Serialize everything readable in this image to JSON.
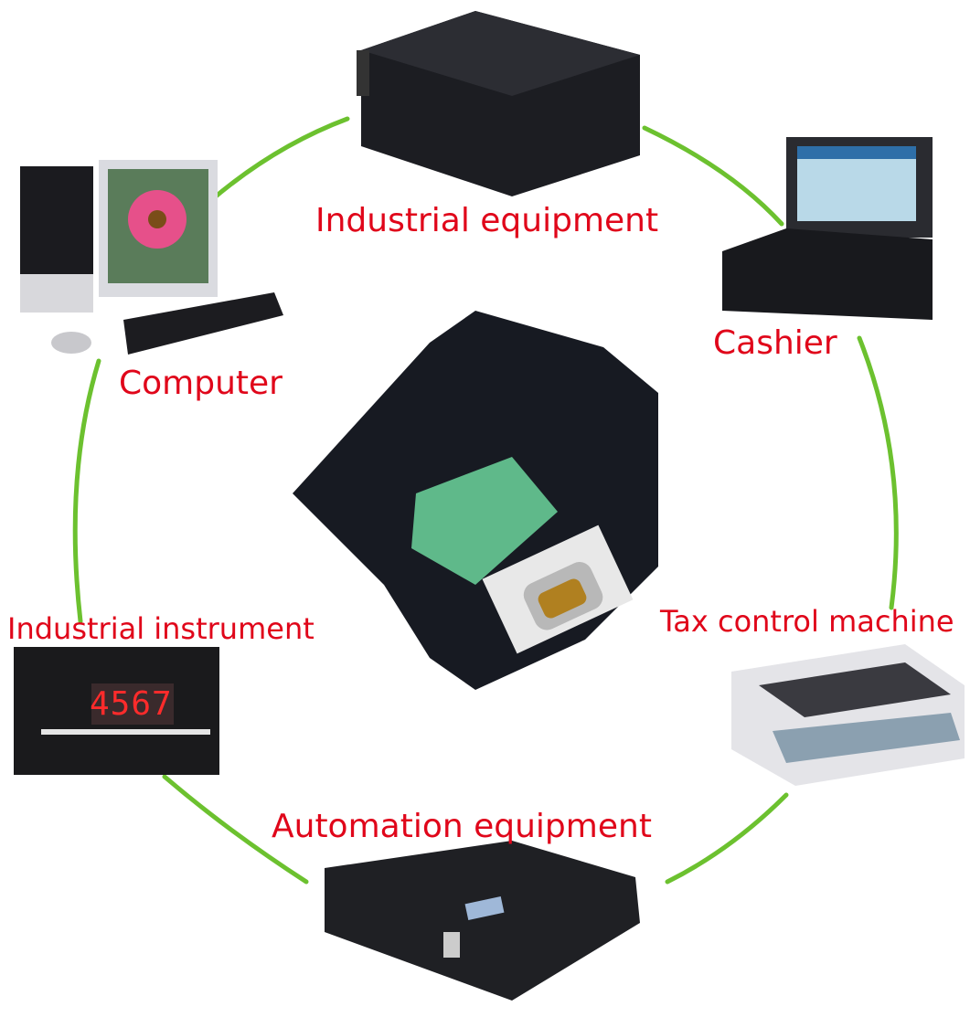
{
  "labels": {
    "industrial_equipment": "Industrial equipment",
    "computer": "Computer",
    "cashier": "Cashier",
    "industrial_instrument": "Industrial instrument",
    "tax_control_machine": "Tax control machine",
    "automation_equipment": "Automation equipment"
  },
  "meter_display": "4567",
  "colors": {
    "label": "#e0061a",
    "ring": "#6cc12f",
    "device": "#1c1d22",
    "terminal": "#5fb98a"
  }
}
